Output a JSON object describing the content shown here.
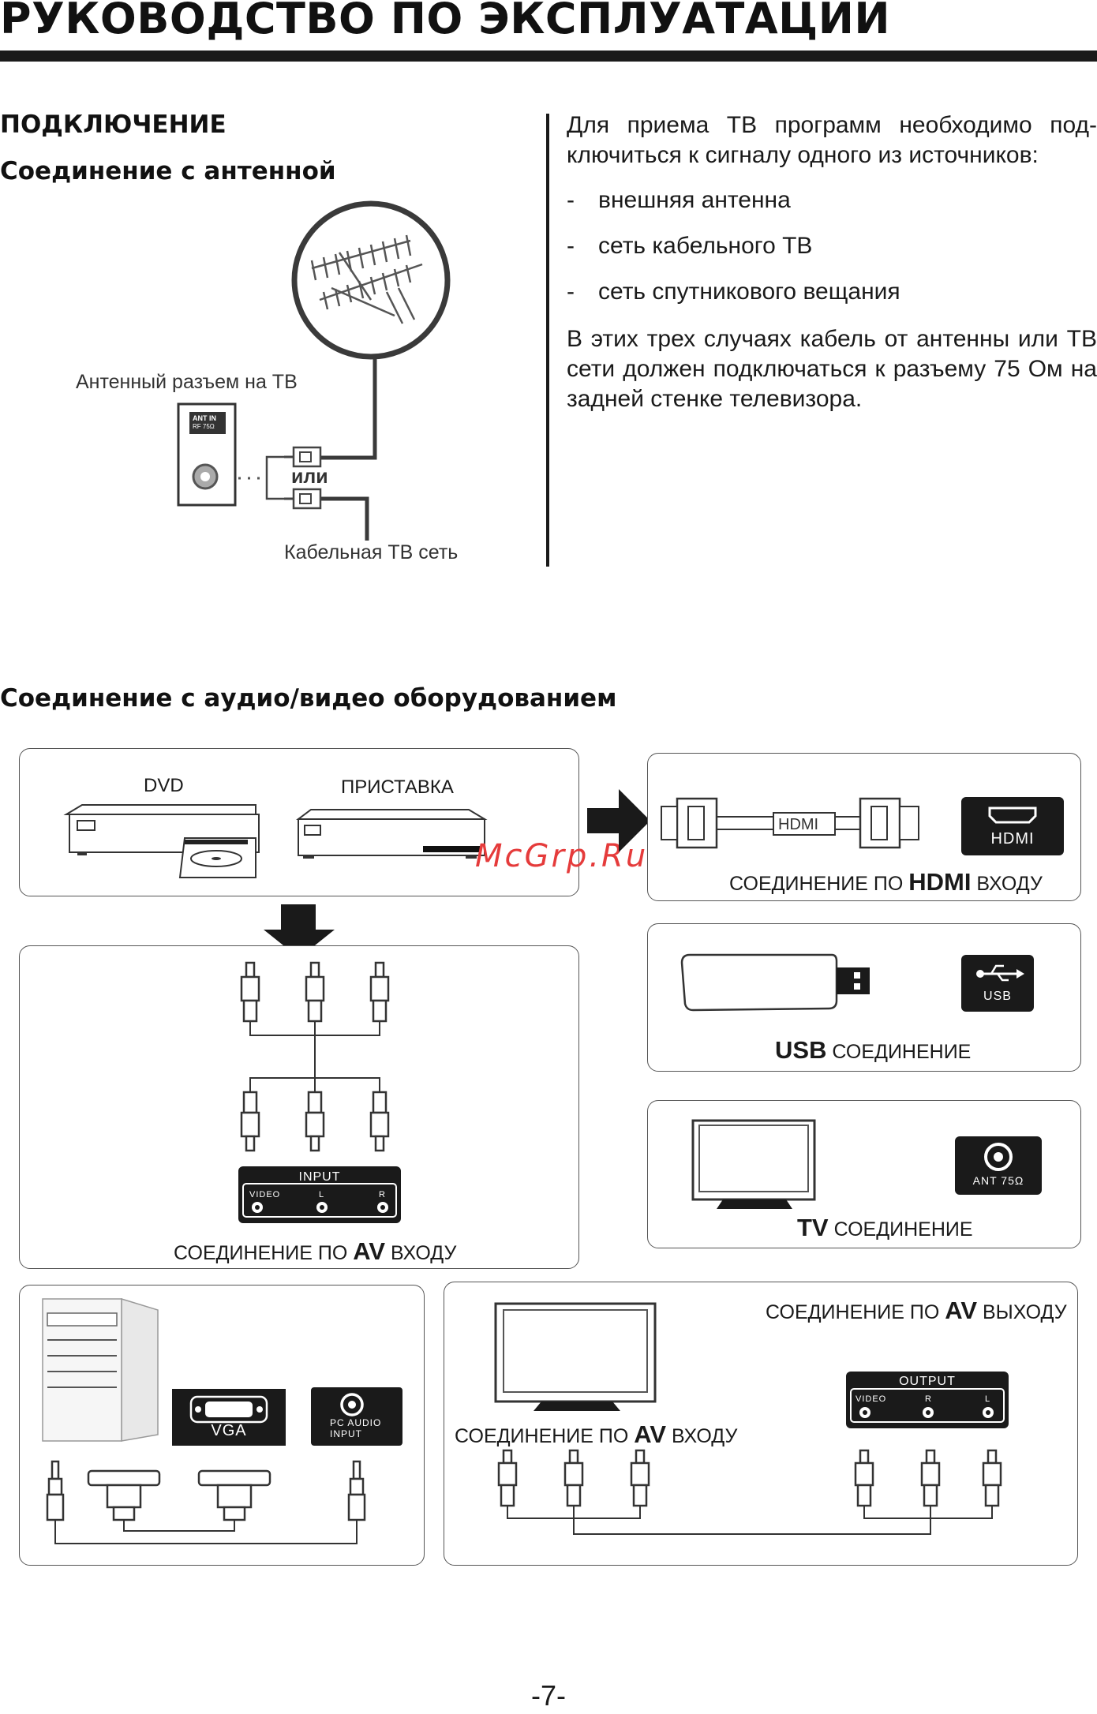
{
  "header": {
    "title": "РУКОВОДСТВО ПО ЭКСПЛУАТАЦИИ"
  },
  "section": {
    "title": "ПОДКЛЮЧЕНИЕ",
    "antenna_subtitle": "Соединение с антенной",
    "av_subtitle": "Соединение с аудио/видео оборудованием"
  },
  "antenna_diagram": {
    "tv_jack_label": "Антенный разъем на ТВ",
    "jack_marking_1": "ANT IN",
    "jack_marking_2": "RF 75Ω",
    "or_label": "или",
    "cable_label": "Кабельная ТВ сеть"
  },
  "intro": {
    "lead": "Для приема ТВ программ необходимо под-ключиться к сигналу одного из источников:",
    "bullets": [
      "внешняя антенна",
      "сеть кабельного ТВ",
      "сеть спутникового вещания"
    ],
    "dash": "-",
    "closing": "В этих трех случаях кабель от антенны или ТВ сети должен подключаться к разъему 75 Ом на задней стенке телевизора."
  },
  "devices": {
    "dvd": "DVD",
    "box": "ПРИСТАВКА"
  },
  "hdmi": {
    "cable_label": "HDMI",
    "port_label": "HDMI",
    "caption_pre": "СОЕДИНЕНИЕ ПО ",
    "caption_bold": "HDMI",
    "caption_post": " ВХОДУ"
  },
  "usb": {
    "port_label": "USB",
    "caption_bold": "USB",
    "caption_post": " СОЕДИНЕНИЕ"
  },
  "tv": {
    "port_label": "ANT 75Ω",
    "caption_bold": "TV",
    "caption_post": " СОЕДИНЕНИЕ"
  },
  "av_in": {
    "panel_title": "INPUT",
    "video": "VIDEO",
    "l": "L",
    "r": "R",
    "caption_pre": "СОЕДИНЕНИЕ ПО ",
    "caption_bold": "AV",
    "caption_post": " ВХОДУ"
  },
  "pc": {
    "vga_label": "VGA",
    "audio_label_1": "PC AUDIO",
    "audio_label_2": "INPUT"
  },
  "av_out": {
    "caption_pre": "СОЕДИНЕНИЕ ПО ",
    "caption_bold": "AV",
    "caption_post": " ВЫХОДУ",
    "panel_title": "OUTPUT",
    "video": "VIDEO",
    "r": "R",
    "l": "L",
    "tv_caption_pre": "СОЕДИНЕНИЕ ПО ",
    "tv_caption_bold": "AV",
    "tv_caption_post": " ВХОДУ"
  },
  "watermark": "McGrp.Ru",
  "page_number": "-7-"
}
